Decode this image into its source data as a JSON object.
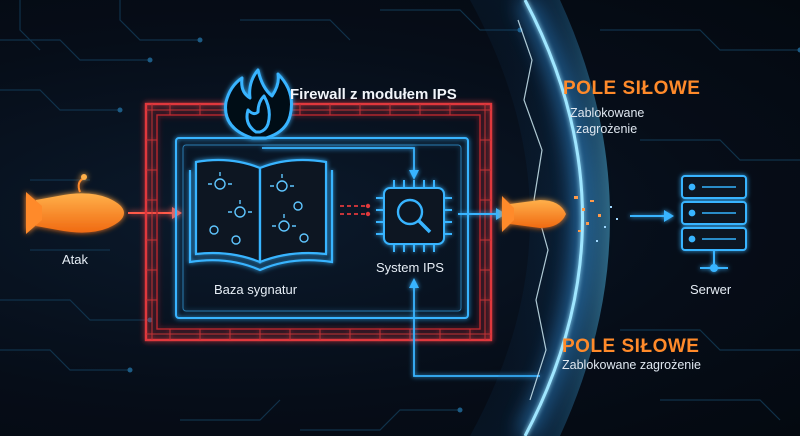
{
  "firewall": {
    "title": "Firewall z modułem IPS"
  },
  "attack": {
    "label": "Atak"
  },
  "signatures": {
    "label": "Baza sygnatur"
  },
  "ips": {
    "label": "System IPS"
  },
  "server": {
    "label": "Serwer"
  },
  "shield_top": {
    "title": "POLE SIŁOWE",
    "line1": "Zablokowane",
    "line2": "zagrożenie"
  },
  "shield_bottom": {
    "title": "POLE SIŁOWE",
    "line1": "Zablokowane zagrożenie"
  },
  "colors": {
    "accent_orange": "#ff8a2a",
    "wall_red": "#e0393c",
    "neon_blue": "#39b4ff",
    "shield_glow": "#6fd3ff"
  },
  "icons": [
    "bomb-icon",
    "flame-icon",
    "book-icon",
    "virus-icon",
    "chip-magnifier-icon",
    "server-icon",
    "shield-barrier"
  ]
}
